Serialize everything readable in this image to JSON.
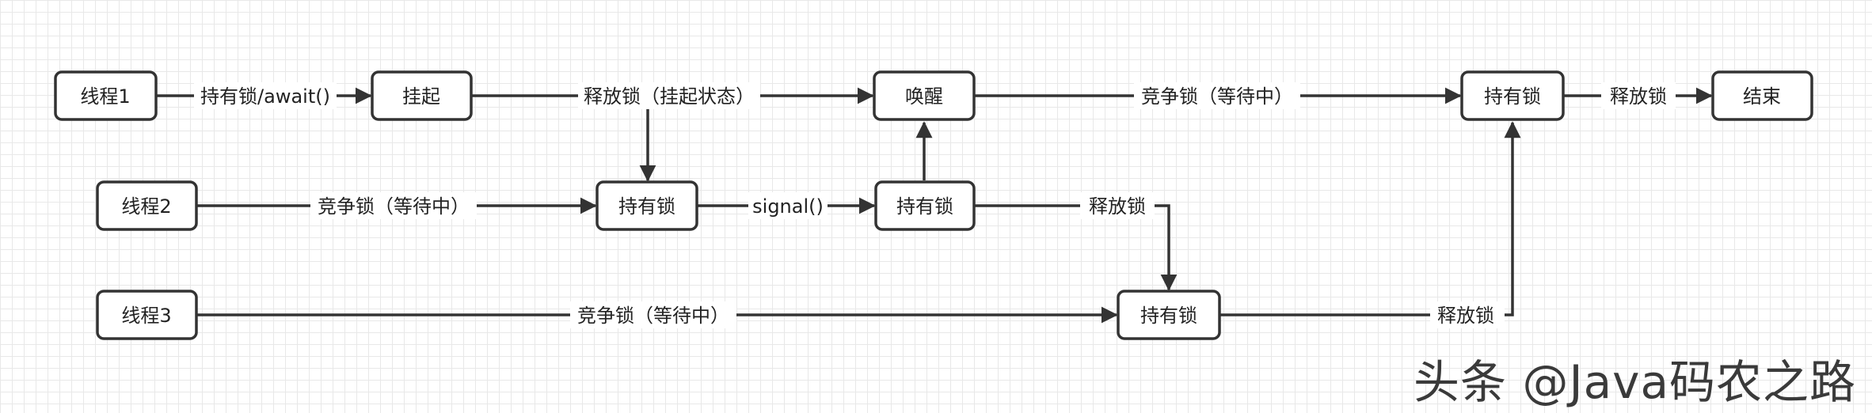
{
  "nodes": {
    "thread1": "线程1",
    "suspend": "挂起",
    "wake": "唤醒",
    "t1_hold": "持有锁",
    "end": "结束",
    "thread2": "线程2",
    "t2_hold": "持有锁",
    "t1_hold_after_signal": "持有锁",
    "thread3": "线程3",
    "t3_hold": "持有锁"
  },
  "edges": {
    "t1_await": "持有锁/await()",
    "release_suspended": "释放锁（挂起状态）",
    "compete_wait_1": "竞争锁（等待中）",
    "release_end": "释放锁",
    "compete_wait_2": "竞争锁（等待中）",
    "signal": "signal()",
    "release_to_t3": "释放锁",
    "compete_wait_3": "竞争锁（等待中）",
    "release_to_t1": "释放锁"
  },
  "watermark": "头条 @Java码农之路",
  "colors": {
    "stroke": "#333333",
    "grid": "#e8e8e8",
    "background": "#ffffff"
  }
}
